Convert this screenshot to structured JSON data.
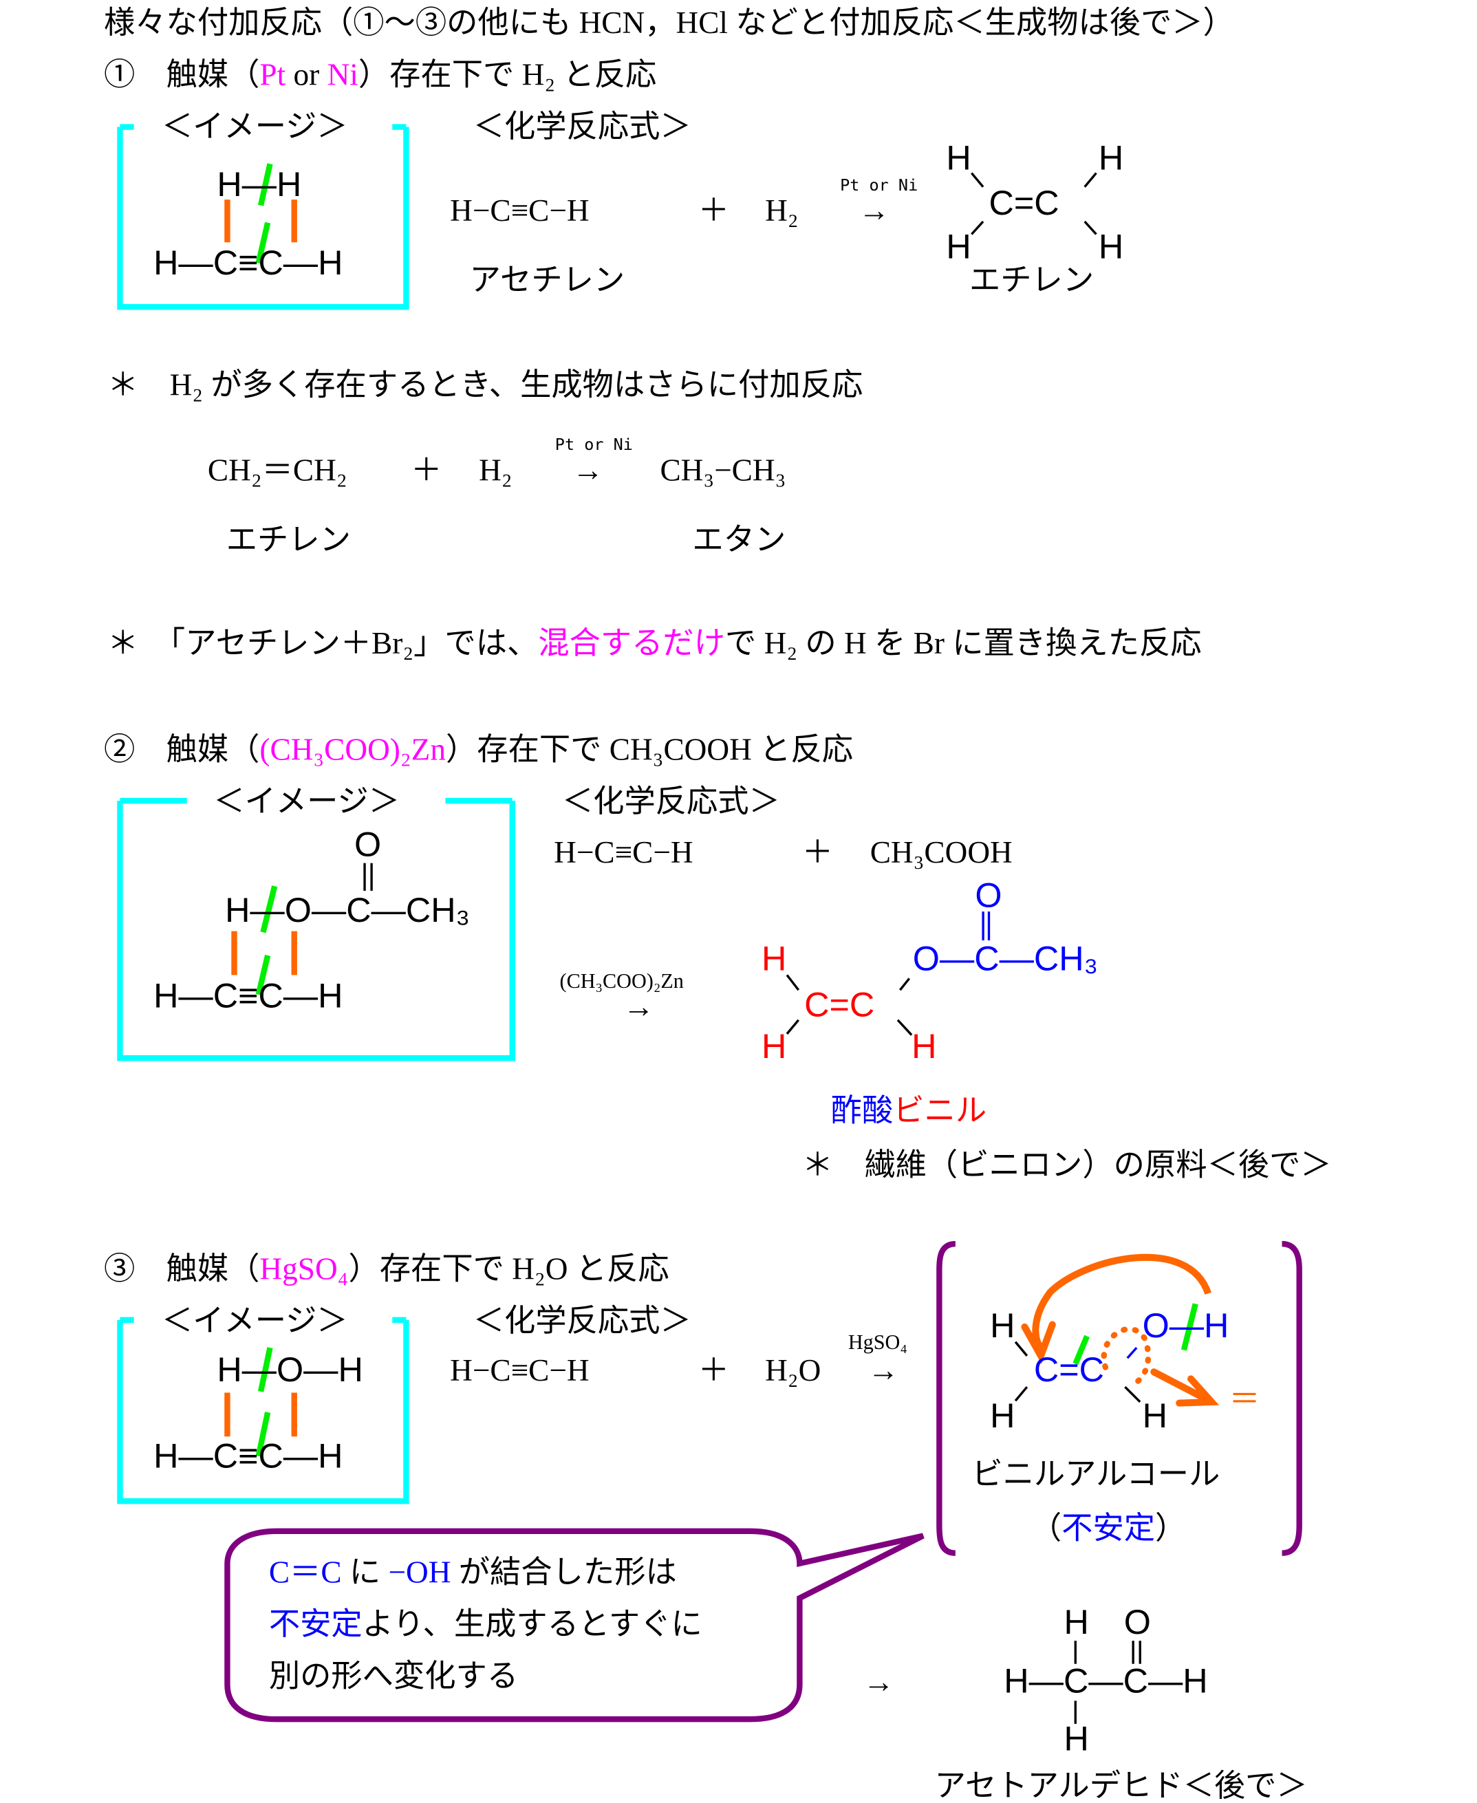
{
  "colors": {
    "box": "#00ffff",
    "bracket": "#800080",
    "highlight": "#ff00ff",
    "break_mark": "#00ee00",
    "new_bond": "#ff6600"
  },
  "title": "様々な付加反応（①～③の他にも HCN，HCl などと付加反応＜生成物は後で＞）",
  "sec1": {
    "head": [
      "①　触媒（",
      "Pt",
      " or ",
      "Ni",
      "）存在下で H₂ と反応"
    ],
    "image_label": "＜イメージ＞",
    "eq_label": "＜化学反応式＞",
    "img_top": "H—H",
    "img_bottom": "H—C≡C—H",
    "reactant": "H−C≡C−H",
    "plus": "＋",
    "reagent": "H₂",
    "catalyst": "Pt or Ni",
    "arrow": "→",
    "product_atoms": {
      "c": "C=C",
      "h": "H"
    },
    "reactant_name": "アセチレン",
    "product_name": "エチレン"
  },
  "note1": {
    "text": "＊　H₂ が多く存在するとき、生成物はさらに付加反応",
    "reactant": "CH₂＝CH₂",
    "plus": "＋",
    "reagent": "H₂",
    "catalyst": "Pt or Ni",
    "arrow": "→",
    "product": "CH₃−CH₃",
    "reactant_name": "エチレン",
    "product_name": "エタン"
  },
  "note2": [
    "＊　「アセチレン＋Br₂」では、",
    "混合するだけ",
    "で H₂ の H を Br に置き換えた反応"
  ],
  "sec2": {
    "head": [
      "②　触媒（",
      "(CH₃COO)₂Zn",
      "）存在下で CH₃COOH と反応"
    ],
    "image_label": "＜イメージ＞",
    "eq_label": "＜化学反応式＞",
    "img_o": "O",
    "img_mid": "H—O—C—CH₃",
    "img_bottom": "H—C≡C—H",
    "reactant": "H−C≡C−H",
    "plus": "＋",
    "reagent": "CH₃COOH",
    "catalyst": "(CH₃COO)₂Zn",
    "arrow": "→",
    "product": {
      "o": "O",
      "oc": "O—C—CH₃",
      "cc": "C=C",
      "h": "H"
    },
    "product_name": [
      "酢酸",
      "ビニル"
    ],
    "note": "＊　繊維（ビニロン）の原料＜後で＞"
  },
  "sec3": {
    "head": [
      "③　触媒（",
      "HgSO₄",
      "）存在下で H₂O と反応"
    ],
    "image_label": "＜イメージ＞",
    "eq_label": "＜化学反応式＞",
    "img_top": "H—O—H",
    "img_bottom": "H—C≡C—H",
    "reactant": "H−C≡C−H",
    "plus": "＋",
    "reagent": "H₂O",
    "catalyst": "HgSO₄",
    "arrow": "→",
    "intermediate": {
      "cc": "C=C",
      "oh": "O—H",
      "h": "H",
      "eq": "＝",
      "name": "ビニルアルコール",
      "stability": [
        "（",
        "不安定",
        "）"
      ]
    },
    "bubble": {
      "line1": [
        "C＝C",
        " に ",
        "−OH",
        " が結合した形は"
      ],
      "line2": [
        "不安定",
        "より、生成するとすぐに"
      ],
      "line3": "別の形へ変化する"
    },
    "arrow2": "→",
    "final": {
      "h": "H",
      "o": "O",
      "row": "H—C—C—H",
      "name": "アセトアルデヒド＜後で＞"
    }
  }
}
